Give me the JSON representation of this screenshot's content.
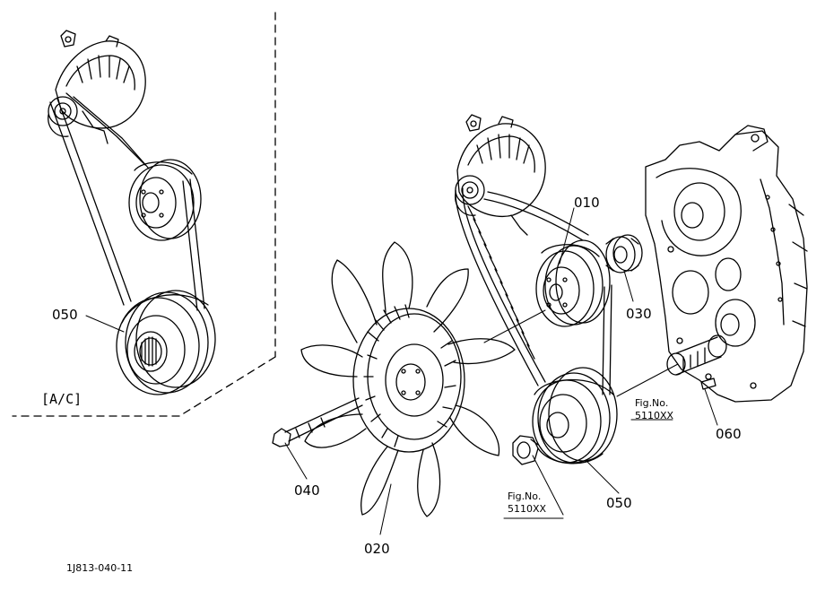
{
  "diagram": {
    "part_numbers": {
      "p010": "010",
      "p020": "020",
      "p030": "030",
      "p040": "040",
      "p050_left": "050",
      "p050_right": "050",
      "p060": "060"
    },
    "ac_label": "[A/C]",
    "fig_refs": {
      "ref1_line1": "Fig.No.",
      "ref1_line2": "5110XX",
      "ref2_line1": "Fig.No.",
      "ref2_line2": "5110XX"
    },
    "drawing_id": "1J813-040-11"
  }
}
